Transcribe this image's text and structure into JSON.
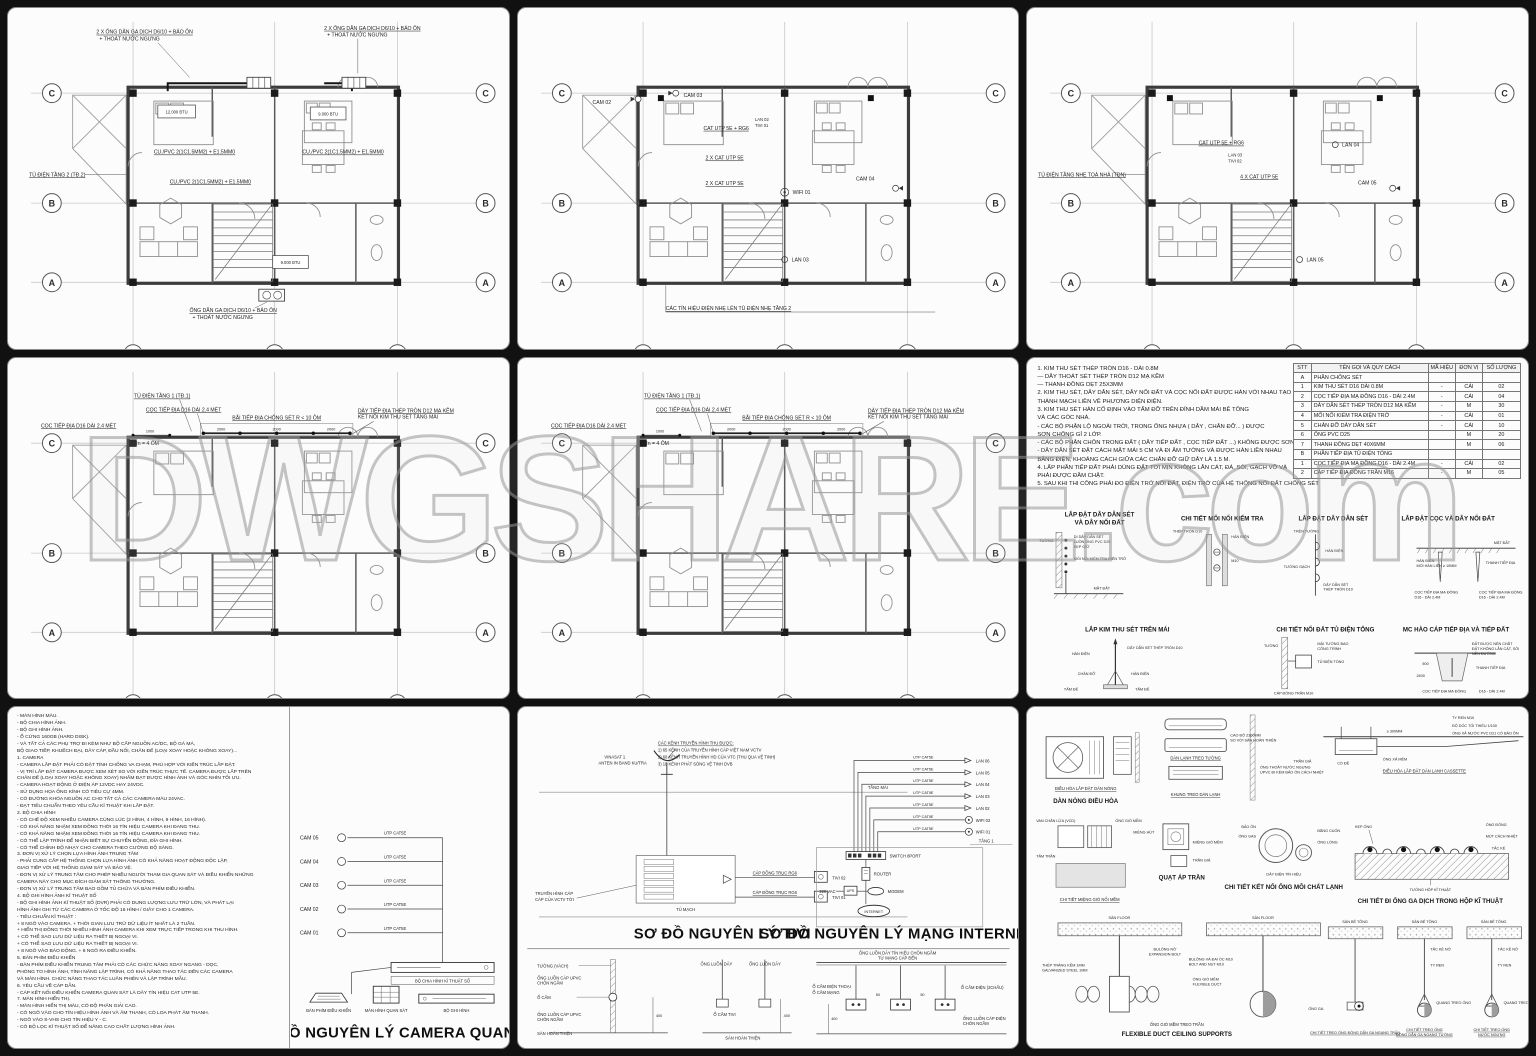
{
  "watermark": "DWGSHARE.com",
  "grid": {
    "rows": [
      "C",
      "B",
      "A"
    ]
  },
  "panels": {
    "gas": {
      "ann_top": "2 X ỐNG DẪN GA DỊCH D6/10 + BẢO ÔN",
      "ann_top2": "+ THOÁT NƯỚC NGƯNG",
      "cable": "CU./PVC 2(1C1.5MM2) + E1.5MM0",
      "tu_dien": "TỦ ĐIỆN TẦNG 2 (TĐ.2)",
      "unit1": "12.000 BTU",
      "unit2": "9.000 BTU",
      "unit3": "9.000 BTU",
      "ann_bottom": "ỐNG DẪN GA DỊCH D6/10 + BẢO ÔN",
      "ann_bottom2": "+ THOÁT NƯỚC NGƯNG"
    },
    "signal1": {
      "cam02": "CAM 02",
      "cam03": "CAM 03",
      "cam04": "CAM 04",
      "cat_rg6": "CAT UTP 5E + RG6",
      "cat2": "2 X CAT UTP 5E",
      "lan": "LAN 02",
      "tivi": "TIVI 01",
      "wifi": "WIFI 01",
      "lan03": "LAN 03",
      "note": "CÁC TÍN HIỆU ĐIỆN NHẸ LÊN TỦ ĐIỆN NHẸ TẦNG 2"
    },
    "signal2": {
      "tu_dien": "TỦ ĐIỆN TẦNG NHẸ TOÀ NHÀ (TĐN)",
      "cat_rg6": "CAT UTP 5E + RG6",
      "lan": "LAN 03",
      "tivi": "TIVI 02",
      "cat4": "4 X CAT UTP 5E",
      "lan04": "LAN 04",
      "cam05": "CAM 05",
      "lan05": "LAN 05"
    },
    "grounding": {
      "tu_dien": "TỦ ĐIỆN TẦNG 1 (TĐ.1)",
      "coc": "CỌC TIẾP ĐỊA D16 DÀI 2.4 MÉT",
      "bai": "BÃI TIẾP ĐỊA CHỐNG SÉT R < 10 ÔM",
      "day1": "DÂY TIẾP ĐỊA THÉP TRÒN D12 MẠ KẼM",
      "day2": "KẾT NỐI KIM THU SÉT TẦNG MÁI",
      "rn": "Rn = 4 ÔM",
      "d1000": "1000",
      "d2000": "2000"
    },
    "lightning": {
      "notes": [
        "1. KIM THU SÉT THÉP TRÒN D16 - DÀI 0.8M",
        "— DÂY THOÁT SÉT THÉP TRÒN D12 MẠ KẼM",
        "— THANH ĐỒNG DẸT 25X3MM",
        "2. KIM THU SÉT, DÂY DẪN SÉT, DÂY NỐI ĐẤT VÀ CỌC NỐI ĐẤT ĐƯỢC HÀN VỚI NHAU TẠO",
        "THÀNH MẠCH LIỀN VỀ PHƯƠNG DIỆN ĐIỆN.",
        "3. KIM THU SÉT HÀN CỐ ĐỊNH VÀO TẤM ĐỠ TRÊN ĐỈNH DẦM MÁI BÊ TÔNG",
        "VÀ CÁC GÓC NHÀ.",
        "- CÁC BỘ PHẬN LỘ NGOÀI TRỜI, TRONG ỐNG NHỰA ( DÂY , CHÂN ĐỠ... ) ĐƯỢC",
        "SƠN CHỐNG GỈ 2 LỚP.",
        "- CÁC BỘ PHẬN CHÔN TRONG ĐẤT ( DÂY TIẾP ĐẤT , CỌC TIẾP ĐẤT ...) KHÔNG ĐƯỢC SƠN",
        "- DÂY DẪN SÉT ĐẶT CÁCH MẶT MÁI 5 CM VÀ ĐI ÂM TƯỜNG VÀ ĐƯỢC HÀN LIỀN NHAU",
        "BẰNG ĐIỆN, KHOẢNG CÁCH GIỮA CÁC CHÂN ĐỠ GIỮ DÂY LÀ 1.5 M.",
        "4. LẤP PHẦN TIẾP ĐẤT PHẢI DÙNG ĐẤT TƠI MỊN KHÔNG LẪN CÁT, ĐÁ, SỎI, GẠCH VỠ VÀ",
        "PHẢI ĐƯỢC ĐẦM CHẶT.",
        "5. SAU KHI THI CÔNG PHẢI ĐO ĐIỆN TRỞ NỐI ĐẤT, ĐIỆN TRỞ CỦA HỆ THỐNG NỐI ĐẤT CHỐNG SÉT"
      ],
      "table": {
        "headers": [
          "STT",
          "TÊN GỌI VÀ QUY CÁCH",
          "MÃ HIỆU",
          "ĐƠN VỊ",
          "SỐ LƯỢNG"
        ],
        "rows": [
          [
            "A",
            "PHẦN CHỐNG SÉT",
            "",
            "",
            ""
          ],
          [
            "1",
            "KIM THU SÉT D16 DÀI 0.8M",
            "-",
            "CÁI",
            "02"
          ],
          [
            "2",
            "CỌC TIẾP ĐỊA MẠ ĐỒNG D16 - DÀI 2.4M",
            "-",
            "CÁI",
            "04"
          ],
          [
            "3",
            "DÂY DẪN SÉT THÉP TRÒN D12 MẠ KẼM",
            "-",
            "M",
            "30"
          ],
          [
            "4",
            "MỐI NỐI KIỂM TRA ĐIỆN TRỞ",
            "-",
            "CÁI",
            "01"
          ],
          [
            "5",
            "CHÂN ĐỠ DÂY DẪN SÉT",
            "-",
            "CÁI",
            "10"
          ],
          [
            "6",
            "ỐNG PVC D25",
            "",
            "M",
            "20"
          ],
          [
            "7",
            "THANH ĐỒNG DẸT 40X6MM",
            "",
            "M",
            "06"
          ],
          [
            "B",
            "PHẦN TIẾP ĐỊA TỦ ĐIỆN TỔNG",
            "",
            "",
            ""
          ],
          [
            "1",
            "CỌC TIẾP ĐỊA MẠ ĐỒNG D16 - DÀI 2.4M",
            "-",
            "CÁI",
            "02"
          ],
          [
            "2",
            "CÁP TIẾP ĐỊA ĐỒNG TRẦN M16",
            "-",
            "M",
            "05"
          ]
        ]
      },
      "t1a": "LẮP ĐẶT DÂY DẪN SÉT",
      "t1b": "VÀ DÂY NỐI ĐẤT",
      "t2": "CHI TIẾT MỐI NỐI KIỂM TRA",
      "t3": "LẮP ĐẶT DÂY DẪN SÉT",
      "t4": "LẮP ĐẶT CỌC VÀ DÂY NỐI ĐẤT",
      "t5": "LẮP KIM THU SÉT TRÊN MÁI",
      "t6": "CHI TIẾT NỐI ĐẤT TỦ ĐIỆN TỔNG",
      "t7": "MC HÀO CÁP TIẾP ĐỊA VÀ TIẾP ĐẤT",
      "lb": {
        "tuong": "TƯỜNG",
        "ong1": "DI DÂY DẪN SÉT",
        "ong2": "LUỒN ỐNG PVC D25",
        "ong3": "KẸP GIỮ",
        "mnk": "MỐI NỐI KIỂM TRA ĐIỆN TRỞ",
        "mat_dat": "MẶT ĐẤT",
        "thep": "THÉP TRÒN D10",
        "han": "HÀN ĐIỆN",
        "m10": "M10",
        "tren_tuong": "TRÊN TƯỜNG",
        "tuong_gach": "TƯỜNG GẠCH",
        "day": "DÂY DẪN SÉT",
        "moi_han": "MỐI HÀN LIÊN ≥ 10MM",
        "thanh": "THANH TIẾP ĐỊA",
        "coc1": "CỌC TIẾP ĐỊA MẠ ĐỒNG",
        "coc2": "D16 - DÀI 2.4M",
        "day_full": "DÂY DẪN SÉT THÉP TRÒN D10",
        "chan_do": "CHÂN ĐỠ",
        "tam_de": "TẤM ĐẾ",
        "mai1": "MÁI TƯỜNG BAO",
        "mai2": "CÔNG TRÌNH",
        "tu_dien": "TỦ ĐIỆN TỔNG",
        "cap": "CÁP ĐỒNG TRẦN M10",
        "dat1": "ĐẤT ĐƯỢC NÉN CHẶT",
        "dat2": "ĐẤT KHÔNG LẪN CÁT, SỎI",
        "dat3": "NỀN ĐƯỜNG",
        "d500": "500",
        "d2400": "2400"
      }
    },
    "camera": {
      "notes": [
        "- MÀN HÌNH MÀU.",
        "- BỘ CHIA HÌNH ẢNH.",
        "- BỘ GHI HÌNH ẢNH.",
        "- Ổ CỨNG 160GB (HARD DISK).",
        "- VÀ TẤT CẢ CÁC PHỤ TRỢ ĐI KÈM NHƯ BỘ CẤP NGUỒN AC/DC, BỘ GÁ MÁ,",
        "  BỘ GIAO TIẾP, KHUẾCH ĐẠI, DÂY CÁP, ĐẦU NỐI, CHÂN ĐẾ (LOẠI XOAY HOẶC KHÔNG XOAY)...",
        "1. CAMERA",
        "- CAMERA LẮP ĐẶT PHẢI CÓ ĐẶT TÍNH CHỐNG VA CHẠM, PHÙ HỢP VỚI KIẾN TRÚC LẮP ĐẶT.",
        "- VỊ TRÍ LẮP ĐẶT CAMERA ĐƯỢC XEM XÉT SO VỚI KIẾN TRÚC THỰC TẾ. CAMERA ĐƯỢC LẮP TRÊN",
        "  CHÂN ĐẾ (LOẠI XOAY HOẶC KHÔNG XOAY) NHẰM ĐẠT ĐƯỢC HÌNH ẢNH VÀ GÓC NHÌN TỐI ƯU.",
        "- CAMERA HOẠT ĐỘNG Ở ĐIỆN ÁP 12VDC HAY 24VDC.",
        "- SỬ DỤNG HỌA ỐNG KÍNH CÓ TIÊU CỰ 4MM.",
        "- CÓ ĐƯỜNG KHÓA NGUỒN AC CHO TẤT CẢ CÁC CAMERA MÀU 24VAC.",
        "- ĐẠT TIÊU CHUẨN THEO YÊU CẦU KĨ THUẬT KHI LẮP ĐẶT.",
        "2. BỘ CHIA HÌNH",
        "- CÓ CHẾ ĐỘ XEM NHIỀU CAMERA CÙNG LÚC (2 HÌNH, 4 HÌNH, 9 HÌNH, 16 HÌNH).",
        "- CÓ KHẢ NĂNG NHẬM XEM ĐỒNG THỜI 16 TÍN HIỆU CAMERA KHI ĐANG THU.",
        "- CÓ KHẢ NĂNG NHẬM XEM ĐỒNG THỜI 16 TÍN HIỆU CAMERA KHI ĐANG THU.",
        "- CÓ THỂ LẬP TRÌNH ĐỂ NHẬN BIẾT SỰ CHUYỂN ĐỘNG, ĐĨA GHI HÌNH.",
        "- CÓ THỂ CHỈNH ĐỘ NHẠY CHO CAMERA THEO CƯỜNG ĐỘ SÁNG.",
        "3. ĐƠN VỊ XỬ LÝ CHỌN LỰA HÌNH ẢNH TRUNG TÂM",
        "- PHẢI CUNG CẤP HỆ THỐNG CHỌN LỰA HÌNH ẢNH CÓ KHẢ NĂNG HOẠT ĐỘNG ĐỘC LẬP,",
        "  GIAO TIẾP VỚI HỆ THỐNG GIÁM SÁT VÀ BẢO VỆ.",
        "- ĐƠN VỊ XỬ LÝ TRUNG TÂM CHO PHÉP NHIỀU NGƯỜI THAM GIA QUAN SÁT VÀ ĐIỀU KHIỂN NHỮNG",
        "  CAMERA NÀY CHO MỤC ĐÍCH GIÁM SÁT THÔNG THƯỜNG.",
        "- ĐƠN VỊ XỬ LÝ TRUNG TÂM BAO GỒM TỦ CHỨA VÀ BÀN PHÍM ĐIỀU KHIỂN.",
        "4. BỘ GHI HÌNH ẢNH KĨ THUẬT SỐ",
        "- BỘ GHI HÌNH ẢNH KĨ THUẬT SỐ (DVR) PHẢI CÓ DUNG LƯỢNG LƯU TRỮ LỚN, VÀ PHÁT LẠI",
        "  HÌNH ẢNH GHI TỪ CÁC CAMERA Ở TỐC ĐỘ 16 HÌNH / GIÂY CHO 1 CAMERA.",
        "- TIÊU CHUẨN KĨ THUẬT :",
        "+ 8 NGÕ VÀO CAMERA. + THỜI GIAN LƯU TRỮ DỮ LIỆU ÍT NHẤT LÀ 2 TUẦN.",
        "+ HIỂN THỊ ĐỒNG THỜI NHIỀU HÌNH ẢNH CAMERA KHI XEM TRỰC TIẾP TRONG KHI THU HÌNH.",
        "+ CÓ THỂ SAO LƯU DỮ LIỆU RA THIẾT BỊ NGOẠI VI.",
        "+ CÓ THỂ SAO LƯU DỮ LIỆU RA THIẾT BỊ NGOẠI VI.",
        "+ 8 NGÕ VÀO BÁO ĐỘNG. + 8 NGÕ RA ĐIỀU KHIỂN.",
        "5. BÀN PHÍM ĐIỀU KHIỂN",
        "- BÀN PHÍM ĐIỀU KHIỂN TRUNG TÂM PHẢI CÓ CÁC CHỨC NĂNG XOAY NGANG - DỌC,",
        "  PHÓNG TO HÌNH ẢNH, TÍNH NĂNG LẬP TRÌNH, CÓ KHẢ NĂNG THAO TÁC ĐẾN CÁC CAMERA",
        "  VÀ MÀN HÌNH. CHỨC NĂNG THAO TÁC LUÂN PHIÊN VÀ LẬP TRÌNH MẪU.",
        "6. YÊU CẦU VỀ CÁP DẪN.",
        "- CÁP KẾT NỐI ĐIỀU KHIỂN CAMERA QUAN SÁT LÀ DÂY TÍN HIỆU CAT UTP 5E.",
        "7. MÀN HÌNH HIỂN THỊ.",
        "- MÀN HÌNH HIỂN THỊ MÀU, CÓ ĐỘ PHÂN GIẢI CAO.",
        "- CÓ NGÕ VÀO CHO TÍN HIỆU HÌNH ẢNH VÀ ÂM THANH, CÓ LOA PHÁT ÂM THANH.",
        "- NGÕ VÀO S-VHS CHO TÍN HIỆU Y - C.",
        "- CÓ BỘ LỌC KĨ THUẬT SỐ ĐỂ NÂNG CAO CHẤT LƯỢNG HÌNH ẢNH."
      ],
      "cams": [
        "CAM 05",
        "CAM 04",
        "CAM 03",
        "CAM 02",
        "CAM 01"
      ],
      "cable": "UTP CAT5E",
      "splitter": "BỘ CHIA HÌNH KĨ THUẬT SỐ",
      "devices": [
        "BÀN PHÍM ĐIỀU KHIỂN",
        "MÀN HÌNH QUAN SÁT",
        "BỘ GHI HÌNH"
      ],
      "title": "SƠ ĐỒ NGUYÊN LÝ CAMERA QUAN SÁT"
    },
    "tv": {
      "sat1": "VINASAT 1",
      "sat2": "ANTEN IN BAND KU/TRA",
      "notes": [
        "CÁC KÊNH TRUYỀN HÌNH THU ĐƯỢC:",
        "1) 65 KÊNH CỦA TRUYỀN HÌNH CÁP VIỆT NAM VCTV",
        "2) 60 KÊNH TRUYỀN HÌNH HD CỦA VTC (THU QUA VỆ TINH)",
        "3) 10 KÊNH PHÁT SÓNG VỆ TINH DVB"
      ],
      "tang_mai": "TẦNG MÁI",
      "tang1": "TẦNG 1",
      "tu_mach": "TỦ MẠCH",
      "feeder1": "TRUYỀN HÌNH CÁP",
      "fe2": "CÁP CỦA VCTV TỚI",
      "coax": "CÁP ĐỒNG TRỤC RG6",
      "tivi02": "TIVI 02",
      "tivi01": "TIVI 01",
      "title": "SƠ ĐỒ NGUYÊN LÝ TIVI"
    },
    "internet": {
      "cable": "UTP CAT5E",
      "lans": [
        "LAN 06",
        "LAN 05",
        "LAN 04",
        "LAN 03",
        "LAN 02"
      ],
      "wifis": [
        "WIFI 02",
        "WIFI 01"
      ],
      "switch": "SWITCH 8PORT",
      "router": "ROUTER",
      "vac": "220 VAC",
      "ups": "UPS",
      "modem": "MODEM",
      "internet": "INTERNET",
      "tang1": "TẦNG 1",
      "title": "SƠ ĐỒ NGUYÊN LÝ MẠNG INTERNET"
    },
    "outlet": {
      "tuong": "TƯỜNG (VÁCH)",
      "ong_upvc": "ỐNG LUỒN CÁP UPVC",
      "chon_ngam": "CHÔN NGẦM",
      "o_cam": "Ổ CẮM",
      "san": "SÀN HOÀN THIỆN",
      "d400": "400",
      "ong_luon": "ỐNG LUỒN DÂY",
      "o_cam_tivi": "Ổ CẮM TIVI",
      "o_thoai": "Ổ CẮM ĐIỆN THOẠI",
      "o_mang": "Ổ CẮM MẠNG",
      "o_dien": "Ổ CẮM ĐIỆN (2CHẤU)",
      "ong_th1": "ỐNG LUỒN DÂY TÍN HIỆU CHÔN NGẦM",
      "ong_th2": "TỪ MẠNG CÁP ĐẾN",
      "ong_dien": "ỐNG LUỒN CÁP ĐIỆN",
      "d50": "50"
    },
    "hvac": {
      "dan_nong": "DÀN NÓNG ĐIỀU HÒA",
      "cap_nong": "ĐIỀU HÒA LẮP ĐẶT DÀN NÓNG",
      "dan_lanh": "DÀN LẠNH TREO TƯỜNG",
      "cao_do1": "CAO ĐỘ 2300MM",
      "cao_do2": "SO VỚI SÀN HOÀN THIỆN",
      "khung": "KHUNG TREO DÀN LẠNH",
      "ong_thoat1": "ỐNG THOÁT NƯỚC NGƯNG",
      "ong_thoat2": "UPVC ĐI KÈM BẢO ÔN CÁCH NHIỆT",
      "cassette": "ĐIỀU HÒA LẮP ĐẶT DÀN LẠNH CASSETTE",
      "ty_ren_m10": "TY REN M10",
      "d300": "≥ 300MM",
      "doc": "ĐỘ DỐC TỐI THIỂU 1/100",
      "ong_xa": "ỐNG XẢ NƯỚC PVC D21 CÓ BẢO ÔN",
      "ong_xa_mem": "ỐNG XẢ MỀM",
      "co_de": "CỔ ĐỀ",
      "tran_gia": "TRẦN GIẢ",
      "quat": "QUẠT ÁP TRẦN",
      "mieng_hut": "MIỆNG HÚT",
      "mieng_gio_mem": "MIỆNG GIÓ MỀM",
      "van": "VAN CHẮN LỬA (VCD)",
      "tam_tran": "TẤM TRẦN",
      "mieng_gio": "CHI TIẾT MIỆNG GIÓ NỐI MỀM",
      "ket_noi": "CHI TIẾT KẾT NỐI ỐNG MÔI CHẤT LẠNH",
      "bao_on": "BẢO ÔN",
      "ong_gas": "ỐNG GAS",
      "ong_long": "ỐNG LỒNG",
      "bang_cuon": "BĂNG CUỐN",
      "day_tin_hieu": "DÂY ĐIỆN TÍN HIỆU",
      "di_ong": "CHI TIẾT ĐI ỐNG GA DỊCH TRONG HỘP KĨ THUẬT",
      "kep_ong": "KẸP ỐNG",
      "ong_dong": "ỐNG ĐỒNG",
      "mut": "MÚT CÁCH NHIỆT",
      "tuong_hop": "TƯỜNG HỘP KĨ THUẬT",
      "tac_ke": "TẮC KÊ",
      "san_floor": "SÀN FLOOR",
      "bulong_no1": "BULÔNG NỞ",
      "bulong_no2": "EXPANSION BOLT",
      "bulong1": "BULÔNG VÀ ĐAI ỐC M10",
      "bulong2": "BOLT AND NUT M10",
      "ong_gio1": "ỐNG GIÓ MỀM",
      "ong_gio2": "FLEXIBLE DUCT",
      "thep1": "THÉP TRÁNG KẼM 1MM",
      "thep2": "GALVANIZED STEEL 1MM",
      "flex1": "ỐNG GIÓ MỀM TREO TRẦN",
      "flex2": "FLEXIBLE DUCT CEILING SUPPORTS",
      "san_bt": "SÀN BÊ TÔNG",
      "tac_ke_no": "TẮC KÊ NỞ",
      "ty_ren": "TY REN",
      "ong_ga": "ỐNG GA",
      "quang": "QUANG TREO ỐNG",
      "cap1": "CHI TIẾT TREO ỐNG ĐỒNG DẪN GA NGANG TRẦN",
      "cap2a": "CHI TIẾT TREO ỐNG",
      "cap2b": "ĐỒNG DẪN GA NGANG TƯỜNG",
      "cap3a": "CHI TIẾT TREO ỐNG",
      "cap3b": "NƯỚC NGƯNG"
    }
  }
}
